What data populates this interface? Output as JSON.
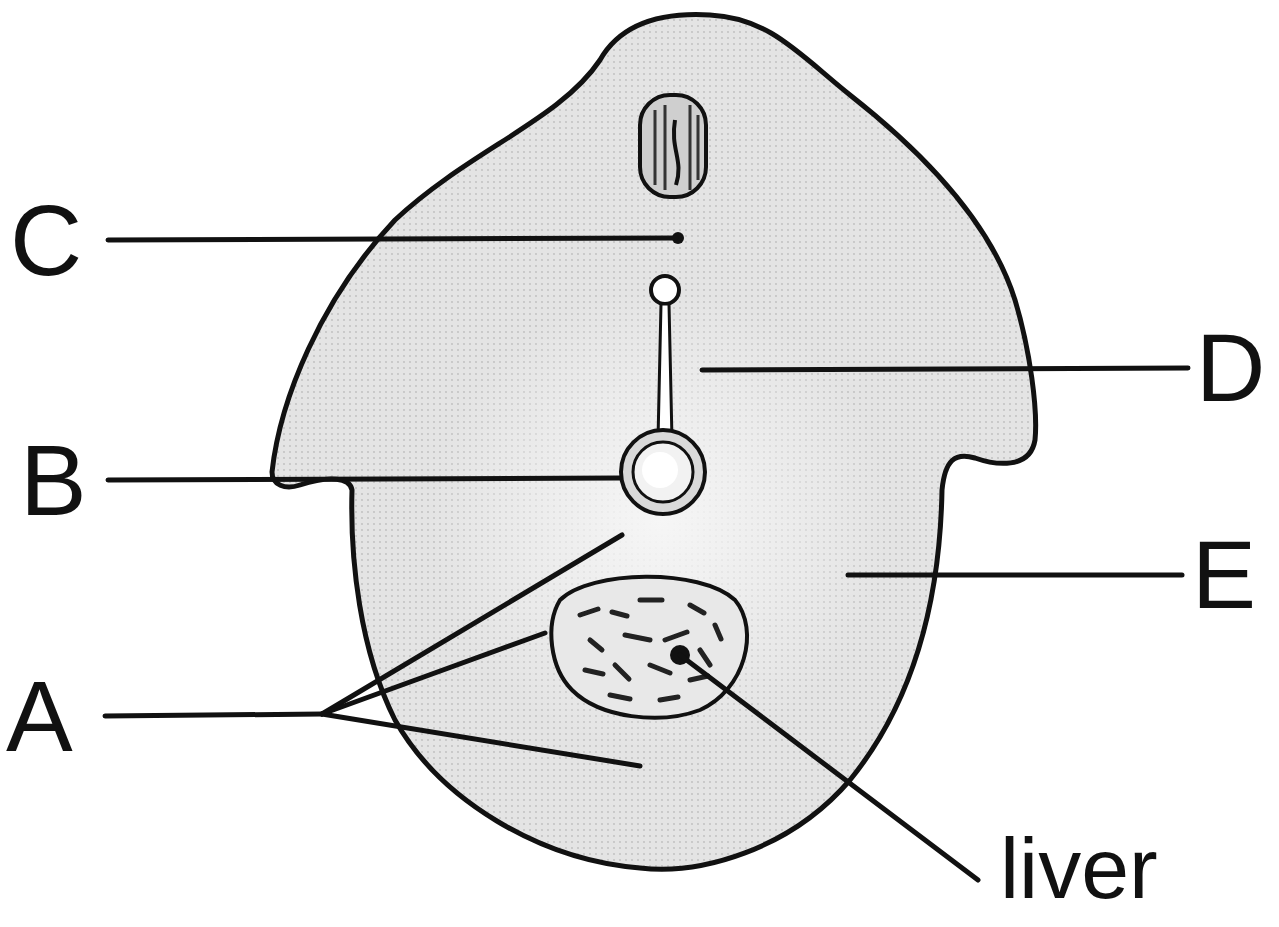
{
  "diagram": {
    "labels": [
      "C",
      "D",
      "B",
      "E",
      "A",
      "liver"
    ]
  }
}
